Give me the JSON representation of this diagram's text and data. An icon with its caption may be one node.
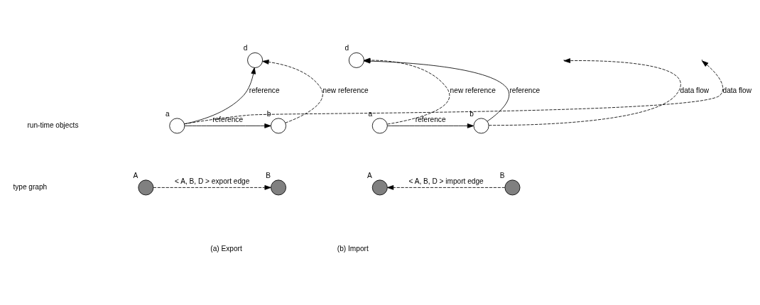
{
  "diagram": {
    "nodes": [
      {
        "text": [],
        "shape": "circle",
        "beside": [
          "d"
        ]
      },
      {
        "text": [],
        "shape": "circle",
        "beside": [
          "a"
        ]
      },
      {
        "text": [],
        "shape": "circle",
        "beside": [
          "b"
        ]
      },
      {
        "text": [],
        "shape": "circle",
        "beside": [
          "A"
        ]
      },
      {
        "text": [],
        "shape": "circle",
        "beside": [
          "B"
        ]
      },
      {
        "text": [],
        "shape": "circle",
        "beside": [
          "d"
        ]
      },
      {
        "text": [],
        "shape": "circle",
        "beside": [
          "a"
        ]
      },
      {
        "text": [],
        "shape": "circle",
        "beside": [
          "b"
        ]
      },
      {
        "text": [],
        "shape": "circle",
        "beside": [
          "A"
        ]
      },
      {
        "text": [],
        "shape": "circle",
        "beside": [
          "B"
        ]
      }
    ],
    "edges": [
      {
        "from": 1,
        "to": 0,
        "arrow": "to",
        "label": "reference"
      },
      {
        "from": 2,
        "to": 0,
        "arrow": "to",
        "label": "new reference",
        "style": "dashed"
      },
      {
        "from": 1,
        "to": 2,
        "arrow": "to",
        "label": "reference"
      },
      {
        "from": 1,
        "to": null,
        "arrow": "to",
        "label": "data flow",
        "style": "dashed"
      },
      {
        "from": 3,
        "to": 4,
        "arrow": "to",
        "label": "< A, B, D > export edge",
        "style": "dashed"
      },
      {
        "from": 7,
        "to": 5,
        "arrow": "to",
        "label": "reference"
      },
      {
        "from": 6,
        "to": 5,
        "arrow": "to",
        "label": "new reference",
        "style": "dashed"
      },
      {
        "from": 6,
        "to": 7,
        "arrow": "to",
        "label": "reference"
      },
      {
        "from": 7,
        "to": null,
        "arrow": "to",
        "label": "data flow",
        "style": "dashed"
      },
      {
        "from": 9,
        "to": 8,
        "arrow": "to",
        "label": "< A, B, D > import edge",
        "style": "dashed"
      }
    ],
    "labels": [
      "run-time objects",
      "type graph",
      "(a) Export",
      "(b) Import"
    ]
  }
}
